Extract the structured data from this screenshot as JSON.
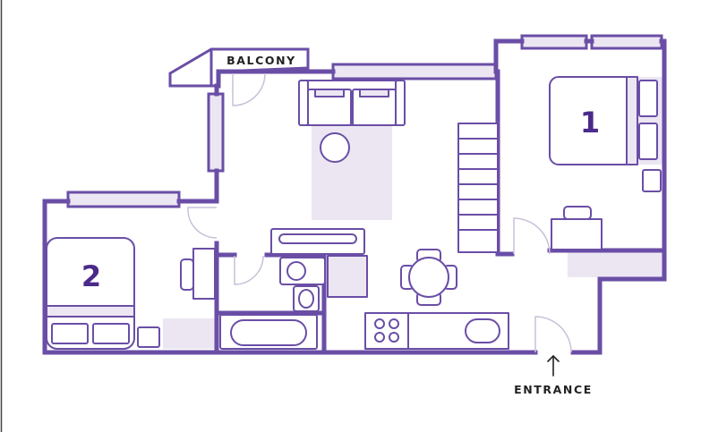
{
  "labels": {
    "balcony": "BALCONY",
    "entrance": "ENTRANCE",
    "bedroom_1": "1",
    "bedroom_2": "2"
  },
  "colors": {
    "wall": "#6a4ea6",
    "fill_light": "#ece6f3",
    "furniture_line": "#6a4ea6",
    "label_text": "#222222",
    "room_number": "#4b2a8a",
    "door_arc": "#c9c0d8"
  },
  "icons": {
    "entrance": "arrow-up-icon"
  }
}
